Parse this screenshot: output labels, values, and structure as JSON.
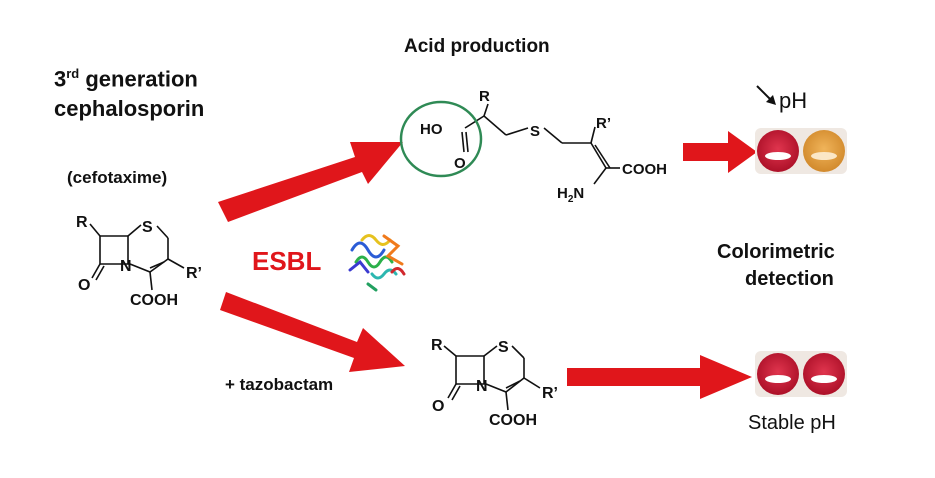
{
  "heading": {
    "gen_prefix": "3",
    "gen_sup": "rd",
    "gen_suffix": " generation",
    "line2": "cephalosporin",
    "drug": "(cefotaxime)"
  },
  "acid_production": "Acid production",
  "esbl_label": "ESBL",
  "inhibitor_label": "+ tazobactam",
  "ph_drop_label": "pH",
  "colorimetric_line1": "Colorimetric",
  "colorimetric_line2": "detection",
  "stable_label": "Stable pH",
  "structure_labels": {
    "R": "R",
    "S": "S",
    "N": "N",
    "O": "O",
    "R_prime": "R’",
    "COOH": "COOH",
    "HO": "HO",
    "H2N_H": "H",
    "H2N_2": "2",
    "H2N_N": "N"
  },
  "colors": {
    "arrow_red": "#e0161b",
    "circle_green": "#2f8a55",
    "well_red": "#c8102e",
    "well_orange": "#e49a3a"
  }
}
